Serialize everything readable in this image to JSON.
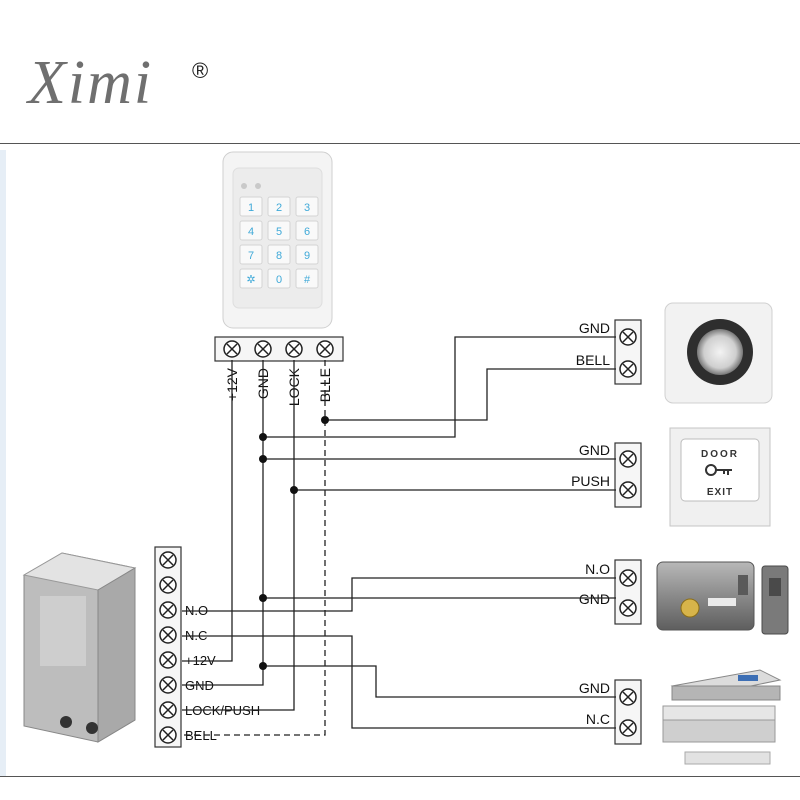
{
  "brand": {
    "name": "Ximi",
    "registered": "®"
  },
  "keypad": {
    "keys": [
      "1",
      "2",
      "3",
      "4",
      "5",
      "6",
      "7",
      "8",
      "9",
      "✲",
      "0",
      "#"
    ],
    "terminals": [
      "+12V",
      "GND",
      "LOCK",
      "BLLE"
    ]
  },
  "power_supply": {
    "terminals": [
      "",
      "",
      "N.O",
      "N.C",
      "+12V",
      "GND",
      "LOCK/PUSH",
      "BELL"
    ]
  },
  "doorbell": {
    "terminals": [
      "GND",
      "BELL"
    ]
  },
  "exit_button": {
    "terminals": [
      "GND",
      "PUSH"
    ],
    "door_text": "DOOR",
    "exit_text": "EXIT"
  },
  "electric_lock": {
    "terminals": [
      "N.O",
      "GND"
    ]
  },
  "magnetic_lock": {
    "terminals": [
      "GND",
      "N.C"
    ]
  },
  "colors": {
    "wire": "#222222",
    "key_text": "#3fa9d8",
    "logo": "#6f6f6f"
  }
}
